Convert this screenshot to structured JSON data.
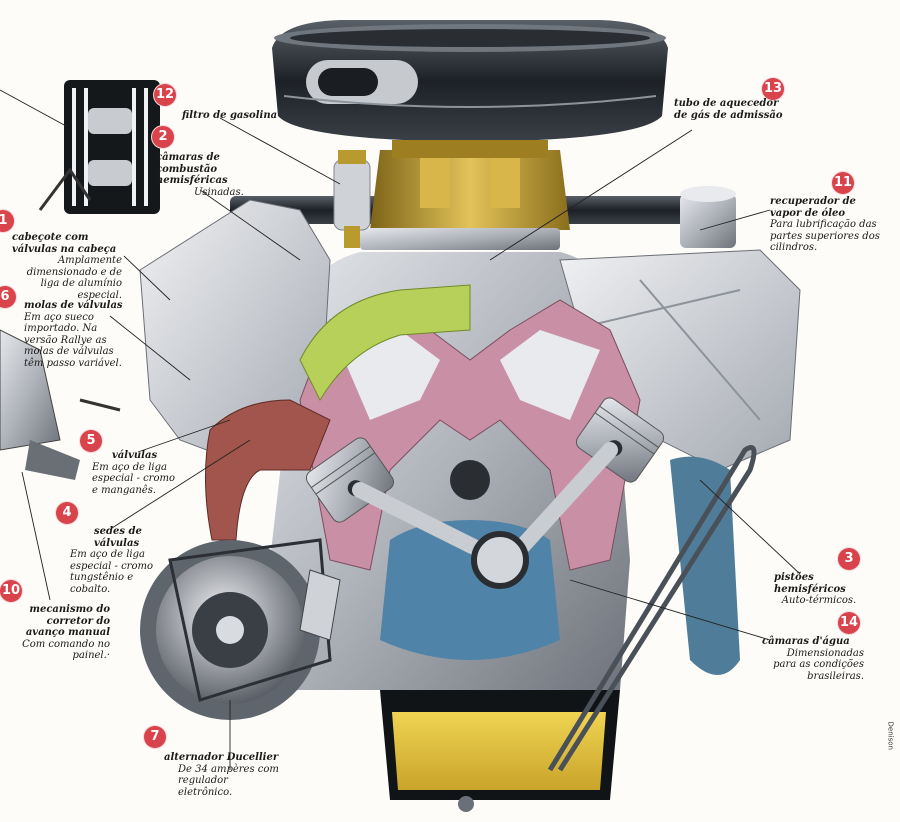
{
  "labels": {
    "l1": {
      "num": "1",
      "title": "cabeçote com válvulas na cabeça",
      "desc": "Amplamente dimensionado e de liga de alumínio especial."
    },
    "l2": {
      "num": "2",
      "title": "câmaras de combustão hemisféricas",
      "desc": "Usinadas."
    },
    "l3": {
      "num": "3",
      "title": "pistões hemisféricos",
      "desc": "Auto-térmicos."
    },
    "l4": {
      "num": "4",
      "title": "sedes de válvulas",
      "desc": "Em aço de liga especial - cromo tungstênio e cobalto."
    },
    "l5": {
      "num": "5",
      "title": "válvulas",
      "desc": "Em aço de liga especial - cromo e manganês."
    },
    "l6": {
      "num": "6",
      "title": "molas de válvulas",
      "desc": "Em aço sueco importado. Na versão Rallye as molas de válvulas têm passo variável."
    },
    "l7": {
      "num": "7",
      "title": "alternador Ducellier",
      "desc": "De 34 ampères com regulador eletrônico."
    },
    "l10": {
      "num": "10",
      "title": "mecanismo do corretor do avanço manual",
      "desc": "Com comando no painel.·"
    },
    "l11": {
      "num": "11",
      "title": "recuperador de vapor de óleo",
      "desc": "Para lubrificação das partes superiores dos cilindros."
    },
    "l12": {
      "num": "12"
    },
    "l13": {
      "num": "13",
      "title": "tubo de aquecedor de gás de admissão"
    },
    "l14": {
      "num": "14",
      "title": "câmaras d'água",
      "desc": "Dimensionadas para as condições brasileiras."
    },
    "fuel": {
      "title": "filtro de gasolina"
    }
  },
  "signature": "Denison",
  "colors": {
    "badge": "#d9434c",
    "engine_block": "#b9bcc2",
    "chamber": "#c98fa5",
    "water": "#4f83a8",
    "oil": "#e2c23c",
    "dark": "#1e2226",
    "brass": "#b9962c"
  }
}
